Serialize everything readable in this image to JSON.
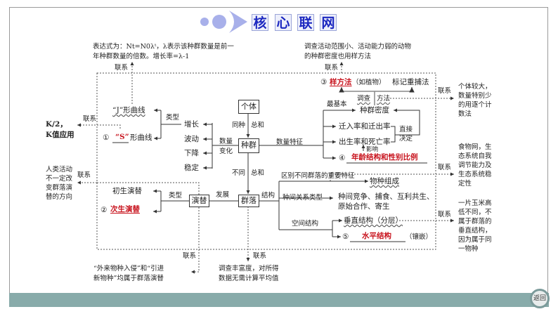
{
  "title": {
    "chars": [
      "核",
      "心",
      "联",
      "网"
    ]
  },
  "link_label": "联系",
  "notes": {
    "j_formula": [
      "表达式为：Nt=N0λᵗ，λ表示该种群数量是前一",
      "年种群数量的倍数。增长率=λ-1"
    ],
    "sample_method": [
      "调查活动范围小、活动能力弱的动物",
      "的种群密度也用样方法"
    ],
    "count_method": [
      "个体较大，",
      "数量特别少",
      "的用逐个计",
      "数法"
    ],
    "k_value": [
      "K/2，",
      "K值应用"
    ],
    "human_activity": [
      "人类活动",
      "不一定改",
      "变群落演",
      "替的方向"
    ],
    "food_web": [
      "食物网，生",
      "态系统自我",
      "调节能力及",
      "生态系统稳",
      "定性"
    ],
    "corn": [
      "一片玉米高",
      "低不同，不",
      "属于群落的",
      "垂直结构，",
      "因为属于同",
      "一物种"
    ],
    "invasion": [
      "“外来物种入侵”和“引进",
      "新物种”均属于群落演替"
    ],
    "richness": [
      "调查丰富度，对所得",
      "数据无需计算平均值"
    ]
  },
  "nodes": {
    "individual": "个体",
    "population": "种群",
    "community": "群落",
    "succession": "演替",
    "same_species": "同种",
    "sum": "总和",
    "different": "不同",
    "quantity_change": [
      "数量",
      "变化"
    ],
    "growth": "增长",
    "fluctuation": "波动",
    "decline": "下降",
    "stable": "稳定",
    "type": "类型",
    "j_curve": "“J”形曲线",
    "s_num": "①",
    "s_answer": "“S”",
    "s_curve": "形曲线",
    "quantity_features": "数量特征",
    "sample_num": "③",
    "sample_answer": "样方法",
    "sample_note": "（如植物）",
    "mark_recapture": "标记重捕法",
    "survey": "调查",
    "method": "方法",
    "most_basic": "最基本",
    "density": "种群密度",
    "migration": "迁入率和迁出率",
    "birth_death": "出生率和死亡率",
    "direct": "直接",
    "decide": "决定",
    "influence": "影响",
    "age_num": "④",
    "age_answer": "年龄结构和性别比例",
    "develop": "发展",
    "primary": "初生演替",
    "secondary_num": "②",
    "secondary_answer": "次生演替",
    "structure": "结构",
    "distinguish": "区别不同群落的重要特征",
    "species_composition": "物种组成",
    "interspecific_type": "种间关系类型",
    "interspecific_list": [
      "种间竞争、捕食、互利共生、",
      "原始合作、寄生"
    ],
    "spatial": "空间结构",
    "vertical": "垂直结构（分层）",
    "horizontal_num": "⑤",
    "horizontal_answer": "水平结构",
    "mosaic": "（镶嵌）"
  },
  "return_button": "返回"
}
